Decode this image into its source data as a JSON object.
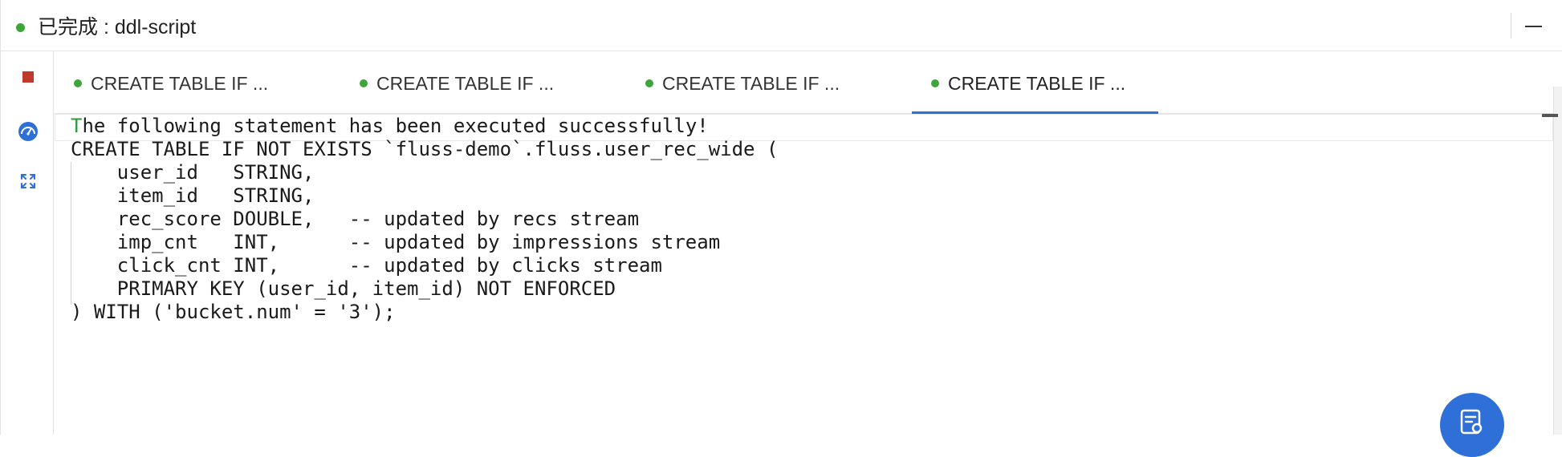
{
  "window": {
    "title": "已完成 : ddl-script",
    "status_color": "#3da53a"
  },
  "sidebar": {
    "items": [
      {
        "icon": "stop-icon",
        "color": "#c0392b"
      },
      {
        "icon": "speedometer-icon",
        "color": "#2e6fd8"
      },
      {
        "icon": "expand-icon",
        "color": "#2e6fd8"
      }
    ]
  },
  "tabs": [
    {
      "label": "CREATE TABLE IF ...",
      "dot_color": "#3da53a"
    },
    {
      "label": "CREATE TABLE IF ...",
      "dot_color": "#3da53a"
    },
    {
      "label": "CREATE TABLE IF ...",
      "dot_color": "#3da53a"
    },
    {
      "label": "CREATE TABLE IF ...",
      "dot_color": "#3da53a",
      "active": true
    }
  ],
  "output": {
    "success_first_char": "T",
    "success_rest": "he following statement has been executed successfully!",
    "code_lines": [
      "CREATE TABLE IF NOT EXISTS `fluss-demo`.fluss.user_rec_wide (",
      "    user_id   STRING,",
      "    item_id   STRING,",
      "    rec_score DOUBLE,   -- updated by recs stream",
      "    imp_cnt   INT,      -- updated by impressions stream",
      "    click_cnt INT,      -- updated by clicks stream",
      "    PRIMARY KEY (user_id, item_id) NOT ENFORCED",
      ") WITH ('bucket.num' = '3');"
    ]
  },
  "fab": {
    "icon": "document-icon",
    "color": "#2e6fd8"
  }
}
